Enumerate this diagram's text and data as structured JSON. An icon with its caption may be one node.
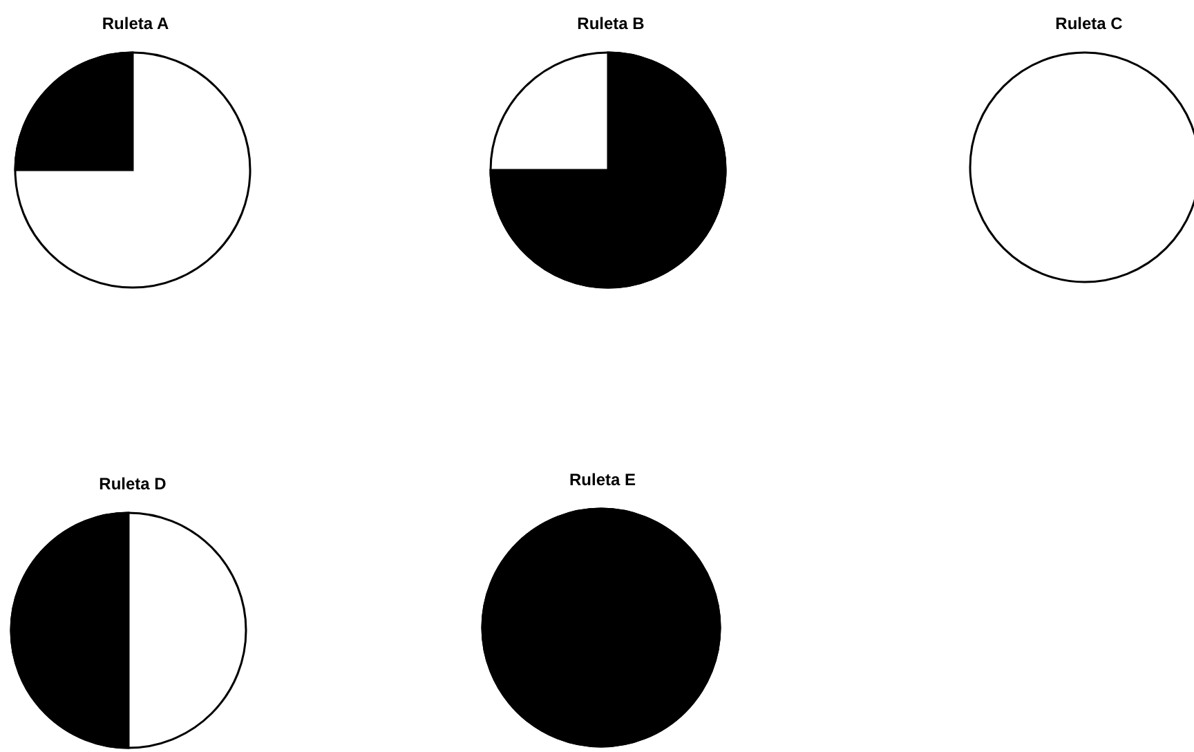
{
  "diagram": {
    "nodes": [
      {
        "text": [
          "Ruleta A"
        ]
      },
      {
        "text": [
          "Ruleta B"
        ]
      },
      {
        "text": [
          "Ruleta C"
        ]
      },
      {
        "text": [
          "Ruleta D"
        ]
      },
      {
        "text": [
          "Ruleta E"
        ]
      }
    ]
  }
}
